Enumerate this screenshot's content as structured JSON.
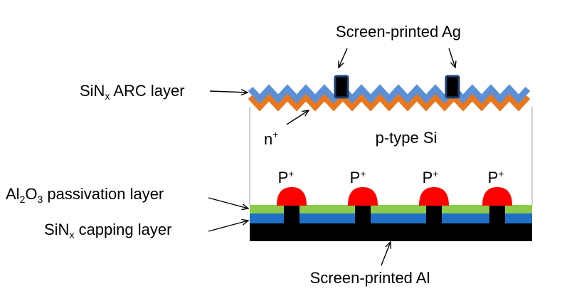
{
  "labels": {
    "ag_contact": "Screen-printed Ag",
    "arc_main": "SiN",
    "arc_sub": "x",
    "arc_rest": " ARC layer",
    "emitter_main": "n",
    "emitter_sup": "+",
    "substrate": "p-type Si",
    "p_main": "P",
    "p_sup": "+",
    "pass_a": "Al",
    "pass_sub1": "2",
    "pass_b": "O",
    "pass_sub2": "3",
    "pass_rest": " passivation layer",
    "cap_main": "SiN",
    "cap_sub": "x",
    "cap_rest": " capping layer",
    "al_contact": "Screen-printed Al"
  },
  "colors": {
    "arc_layer": "#5B8FD6",
    "emitter_layer": "#E8771E",
    "ag_finger": "#000000",
    "ag_finger_border": "#1F3F6E",
    "passivation": "#8CCB4A",
    "capping": "#1F6FC4",
    "al_back": "#000000",
    "p_plus": "#FF0000",
    "wafer_edge": "#BFBFBF",
    "arrow": "#000000"
  }
}
